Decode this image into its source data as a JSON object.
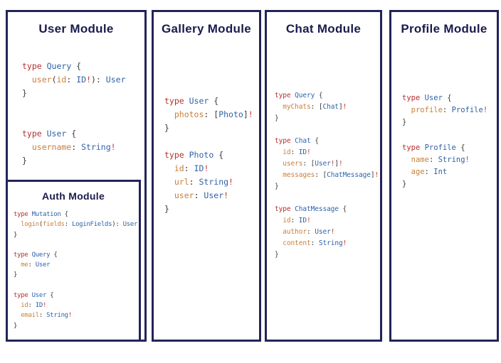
{
  "colors": {
    "background": "#ffffff",
    "box_border": "#23235a",
    "title_text": "#1b1b4d",
    "syntax": {
      "keyword": "#b5302f",
      "typename": "#2f62a8",
      "field": "#c87f38",
      "punctuation": "#3b3b3b",
      "bang": "#c0392b"
    }
  },
  "modules": [
    {
      "id": "user",
      "title": "User Module",
      "blocks": [
        [
          [
            [
              "k",
              "type "
            ],
            [
              "t",
              "Query "
            ],
            [
              "p",
              "{"
            ]
          ],
          [
            [
              "p",
              "  "
            ],
            [
              "f",
              "user"
            ],
            [
              "p",
              "("
            ],
            [
              "f",
              "id"
            ],
            [
              "p",
              ": "
            ],
            [
              "t",
              "ID"
            ],
            [
              "b",
              "!"
            ],
            [
              "p",
              "): "
            ],
            [
              "t",
              "User"
            ]
          ],
          [
            [
              "p",
              "}"
            ]
          ]
        ],
        [
          [
            [
              "k",
              "type "
            ],
            [
              "t",
              "User "
            ],
            [
              "p",
              "{"
            ]
          ],
          [
            [
              "p",
              "  "
            ],
            [
              "f",
              "username"
            ],
            [
              "p",
              ": "
            ],
            [
              "t",
              "String"
            ],
            [
              "b",
              "!"
            ]
          ],
          [
            [
              "p",
              "}"
            ]
          ]
        ]
      ]
    },
    {
      "id": "gallery",
      "title": "Gallery Module",
      "blocks": [
        [
          [
            [
              "k",
              "type "
            ],
            [
              "t",
              "User "
            ],
            [
              "p",
              "{"
            ]
          ],
          [
            [
              "p",
              "  "
            ],
            [
              "f",
              "photos"
            ],
            [
              "p",
              ": ["
            ],
            [
              "t",
              "Photo"
            ],
            [
              "p",
              "]"
            ],
            [
              "b",
              "!"
            ]
          ],
          [
            [
              "p",
              "}"
            ]
          ]
        ],
        [
          [
            [
              "k",
              "type "
            ],
            [
              "t",
              "Photo "
            ],
            [
              "p",
              "{"
            ]
          ],
          [
            [
              "p",
              "  "
            ],
            [
              "f",
              "id"
            ],
            [
              "p",
              ": "
            ],
            [
              "t",
              "ID"
            ],
            [
              "b",
              "!"
            ]
          ],
          [
            [
              "p",
              "  "
            ],
            [
              "f",
              "url"
            ],
            [
              "p",
              ": "
            ],
            [
              "t",
              "String"
            ],
            [
              "b",
              "!"
            ]
          ],
          [
            [
              "p",
              "  "
            ],
            [
              "f",
              "user"
            ],
            [
              "p",
              ": "
            ],
            [
              "t",
              "User"
            ],
            [
              "b",
              "!"
            ]
          ],
          [
            [
              "p",
              "}"
            ]
          ]
        ]
      ]
    },
    {
      "id": "chat",
      "title": "Chat Module",
      "blocks": [
        [
          [
            [
              "k",
              "type "
            ],
            [
              "t",
              "Query "
            ],
            [
              "p",
              "{"
            ]
          ],
          [
            [
              "p",
              "  "
            ],
            [
              "f",
              "myChats"
            ],
            [
              "p",
              ": ["
            ],
            [
              "t",
              "Chat"
            ],
            [
              "p",
              "]"
            ],
            [
              "b",
              "!"
            ]
          ],
          [
            [
              "p",
              "}"
            ]
          ]
        ],
        [
          [
            [
              "k",
              "type "
            ],
            [
              "t",
              "Chat "
            ],
            [
              "p",
              "{"
            ]
          ],
          [
            [
              "p",
              "  "
            ],
            [
              "f",
              "id"
            ],
            [
              "p",
              ": "
            ],
            [
              "t",
              "ID"
            ],
            [
              "b",
              "!"
            ]
          ],
          [
            [
              "p",
              "  "
            ],
            [
              "f",
              "users"
            ],
            [
              "p",
              ": ["
            ],
            [
              "t",
              "User"
            ],
            [
              "b",
              "!"
            ],
            [
              "p",
              "]"
            ],
            [
              "b",
              "!"
            ]
          ],
          [
            [
              "p",
              "  "
            ],
            [
              "f",
              "messages"
            ],
            [
              "p",
              ": ["
            ],
            [
              "t",
              "ChatMessage"
            ],
            [
              "p",
              "]"
            ],
            [
              "b",
              "!"
            ]
          ],
          [
            [
              "p",
              "}"
            ]
          ]
        ],
        [
          [
            [
              "k",
              "type "
            ],
            [
              "t",
              "ChatMessage "
            ],
            [
              "p",
              "{"
            ]
          ],
          [
            [
              "p",
              "  "
            ],
            [
              "f",
              "id"
            ],
            [
              "p",
              ": "
            ],
            [
              "t",
              "ID"
            ],
            [
              "b",
              "!"
            ]
          ],
          [
            [
              "p",
              "  "
            ],
            [
              "f",
              "author"
            ],
            [
              "p",
              ": "
            ],
            [
              "t",
              "User"
            ],
            [
              "b",
              "!"
            ]
          ],
          [
            [
              "p",
              "  "
            ],
            [
              "f",
              "content"
            ],
            [
              "p",
              ": "
            ],
            [
              "t",
              "String"
            ],
            [
              "b",
              "!"
            ]
          ],
          [
            [
              "p",
              "}"
            ]
          ]
        ]
      ]
    },
    {
      "id": "profile",
      "title": "Profile Module",
      "blocks": [
        [
          [
            [
              "k",
              "type "
            ],
            [
              "t",
              "User "
            ],
            [
              "p",
              "{"
            ]
          ],
          [
            [
              "p",
              "  "
            ],
            [
              "f",
              "profile"
            ],
            [
              "p",
              ": "
            ],
            [
              "t",
              "Profile"
            ],
            [
              "b",
              "!"
            ]
          ],
          [
            [
              "p",
              "}"
            ]
          ]
        ],
        [
          [
            [
              "k",
              "type "
            ],
            [
              "t",
              "Profile "
            ],
            [
              "p",
              "{"
            ]
          ],
          [
            [
              "p",
              "  "
            ],
            [
              "f",
              "name"
            ],
            [
              "p",
              ": "
            ],
            [
              "t",
              "String"
            ],
            [
              "b",
              "!"
            ]
          ],
          [
            [
              "p",
              "  "
            ],
            [
              "f",
              "age"
            ],
            [
              "p",
              ": "
            ],
            [
              "t",
              "Int"
            ]
          ],
          [
            [
              "p",
              "}"
            ]
          ]
        ]
      ]
    },
    {
      "id": "auth",
      "title": "Auth Module",
      "blocks": [
        [
          [
            [
              "k",
              "type "
            ],
            [
              "t",
              "Mutation "
            ],
            [
              "p",
              "{"
            ]
          ],
          [
            [
              "p",
              "  "
            ],
            [
              "f",
              "login"
            ],
            [
              "p",
              "("
            ],
            [
              "f",
              "fields"
            ],
            [
              "p",
              ": "
            ],
            [
              "t",
              "LoginFields"
            ],
            [
              "p",
              "): "
            ],
            [
              "t",
              "User"
            ]
          ],
          [
            [
              "p",
              "}"
            ]
          ]
        ],
        [
          [
            [
              "k",
              "type "
            ],
            [
              "t",
              "Query "
            ],
            [
              "p",
              "{"
            ]
          ],
          [
            [
              "p",
              "  "
            ],
            [
              "f",
              "me"
            ],
            [
              "p",
              ": "
            ],
            [
              "t",
              "User"
            ]
          ],
          [
            [
              "p",
              "}"
            ]
          ]
        ],
        [
          [
            [
              "k",
              "type "
            ],
            [
              "t",
              "User "
            ],
            [
              "p",
              "{"
            ]
          ],
          [
            [
              "p",
              "  "
            ],
            [
              "f",
              "id"
            ],
            [
              "p",
              ": "
            ],
            [
              "t",
              "ID"
            ],
            [
              "b",
              "!"
            ]
          ],
          [
            [
              "p",
              "  "
            ],
            [
              "f",
              "email"
            ],
            [
              "p",
              ": "
            ],
            [
              "t",
              "String"
            ],
            [
              "b",
              "!"
            ]
          ],
          [
            [
              "p",
              "}"
            ]
          ]
        ]
      ]
    }
  ]
}
